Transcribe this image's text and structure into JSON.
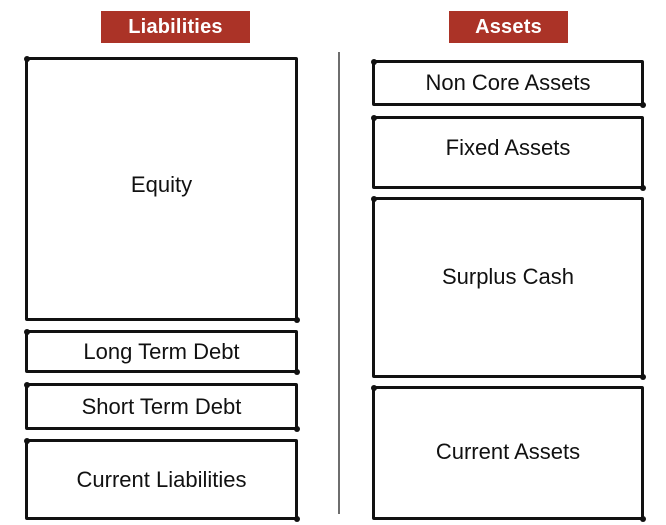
{
  "headers": {
    "liabilities": "Liabilities",
    "assets": "Assets"
  },
  "liabilities": {
    "equity": "Equity",
    "long_term_debt": "Long Term Debt",
    "short_term_debt": "Short Term Debt",
    "current_liabilities": "Current Liabilities"
  },
  "assets": {
    "non_core_assets": "Non Core Assets",
    "fixed_assets": "Fixed Assets",
    "surplus_cash": "Surplus Cash",
    "current_assets": "Current Assets"
  },
  "colors": {
    "header_background": "#ab3327",
    "header_text": "#ffffff",
    "border": "#111111"
  }
}
